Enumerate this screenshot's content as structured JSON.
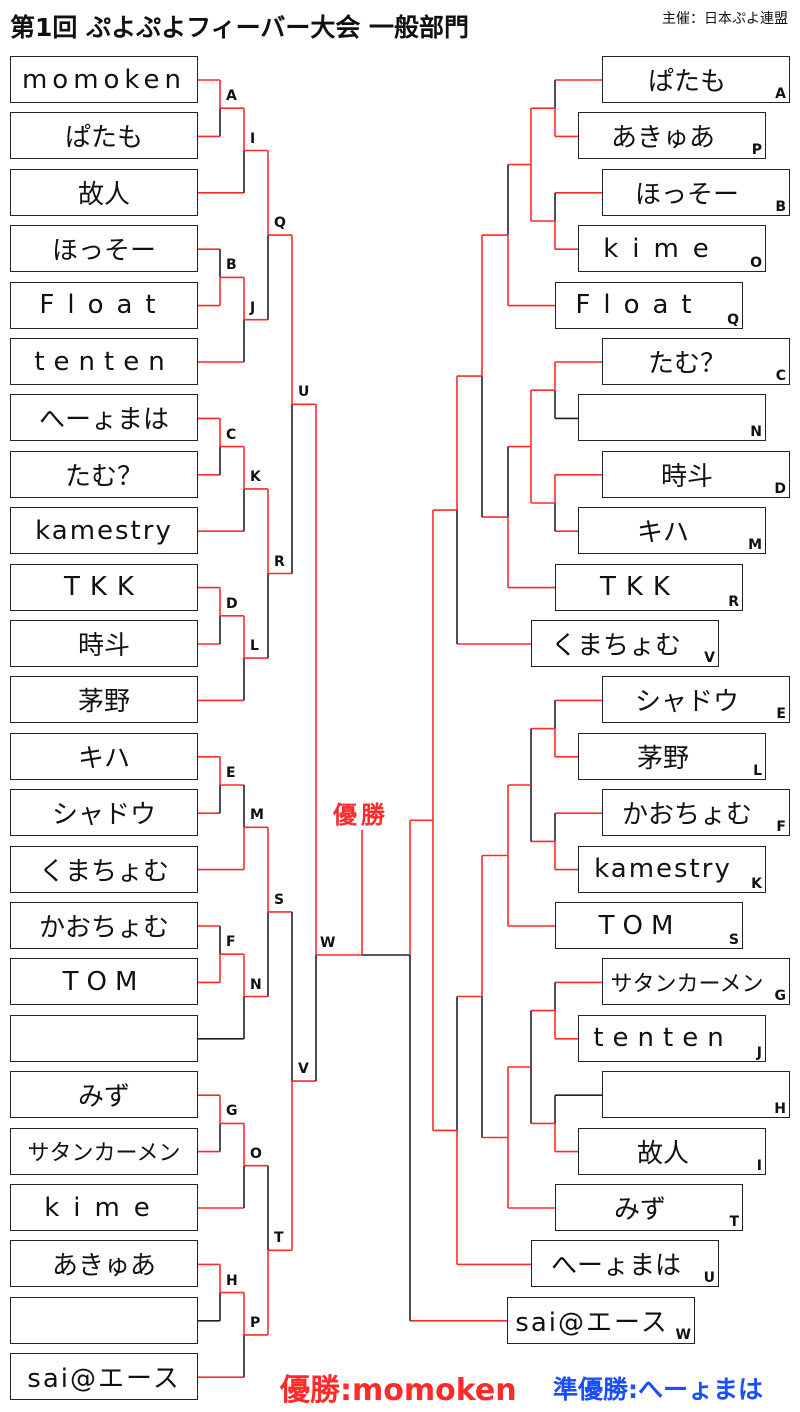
{
  "header": {
    "title": "第1回 ぷよぷよフィーバー大会 一般部門",
    "organizer": "主催：日本ぷよ連盟"
  },
  "colors": {
    "winner_line": "#ff2a2a",
    "loser_line": "#1c2230",
    "champion_text": "#ff2a2a",
    "runner_up_text": "#1a4fff"
  },
  "winners_bracket": {
    "entries": [
      "momoken",
      "ぱたも",
      "故人",
      "ほっそー",
      "Float",
      "tenten",
      "へーょまは",
      "たむ？",
      "kamestry",
      "TKK",
      "時斗",
      "茅野",
      "キハ",
      "シャドウ",
      "くまちょむ",
      "かおちょむ",
      "TOM",
      "",
      "みず",
      "サタンカーメン",
      "kime",
      "あきゅあ",
      "",
      "sai@エース"
    ],
    "match_labels": [
      "A",
      "B",
      "C",
      "D",
      "E",
      "F",
      "G",
      "H",
      "I",
      "J",
      "K",
      "L",
      "M",
      "N",
      "O",
      "P",
      "Q",
      "R",
      "S",
      "T",
      "U",
      "V",
      "W"
    ]
  },
  "losers_bracket": {
    "entries": [
      {
        "name": "ぱたも",
        "from": "A"
      },
      {
        "name": "あきゅあ",
        "from": "P"
      },
      {
        "name": "ほっそー",
        "from": "B"
      },
      {
        "name": "kime",
        "from": "O"
      },
      {
        "name": "Float",
        "from": "Q"
      },
      {
        "name": "たむ？",
        "from": "C"
      },
      {
        "name": "",
        "from": "N"
      },
      {
        "name": "時斗",
        "from": "D"
      },
      {
        "name": "キハ",
        "from": "M"
      },
      {
        "name": "TKK",
        "from": "R"
      },
      {
        "name": "くまちょむ",
        "from": "V"
      },
      {
        "name": "シャドウ",
        "from": "E"
      },
      {
        "name": "茅野",
        "from": "L"
      },
      {
        "name": "かおちょむ",
        "from": "F"
      },
      {
        "name": "kamestry",
        "from": "K"
      },
      {
        "name": "TOM",
        "from": "S"
      },
      {
        "name": "サタンカーメン",
        "from": "G"
      },
      {
        "name": "tenten",
        "from": "J"
      },
      {
        "name": "",
        "from": "H"
      },
      {
        "name": "故人",
        "from": "I"
      },
      {
        "name": "みず",
        "from": "T"
      },
      {
        "name": "へーょまは",
        "from": "U"
      },
      {
        "name": "sai@エース",
        "from": "W"
      }
    ]
  },
  "result": {
    "champion_mark": "優勝",
    "champion": "優勝:momoken",
    "runner_up": "準優勝:へーょまは"
  }
}
